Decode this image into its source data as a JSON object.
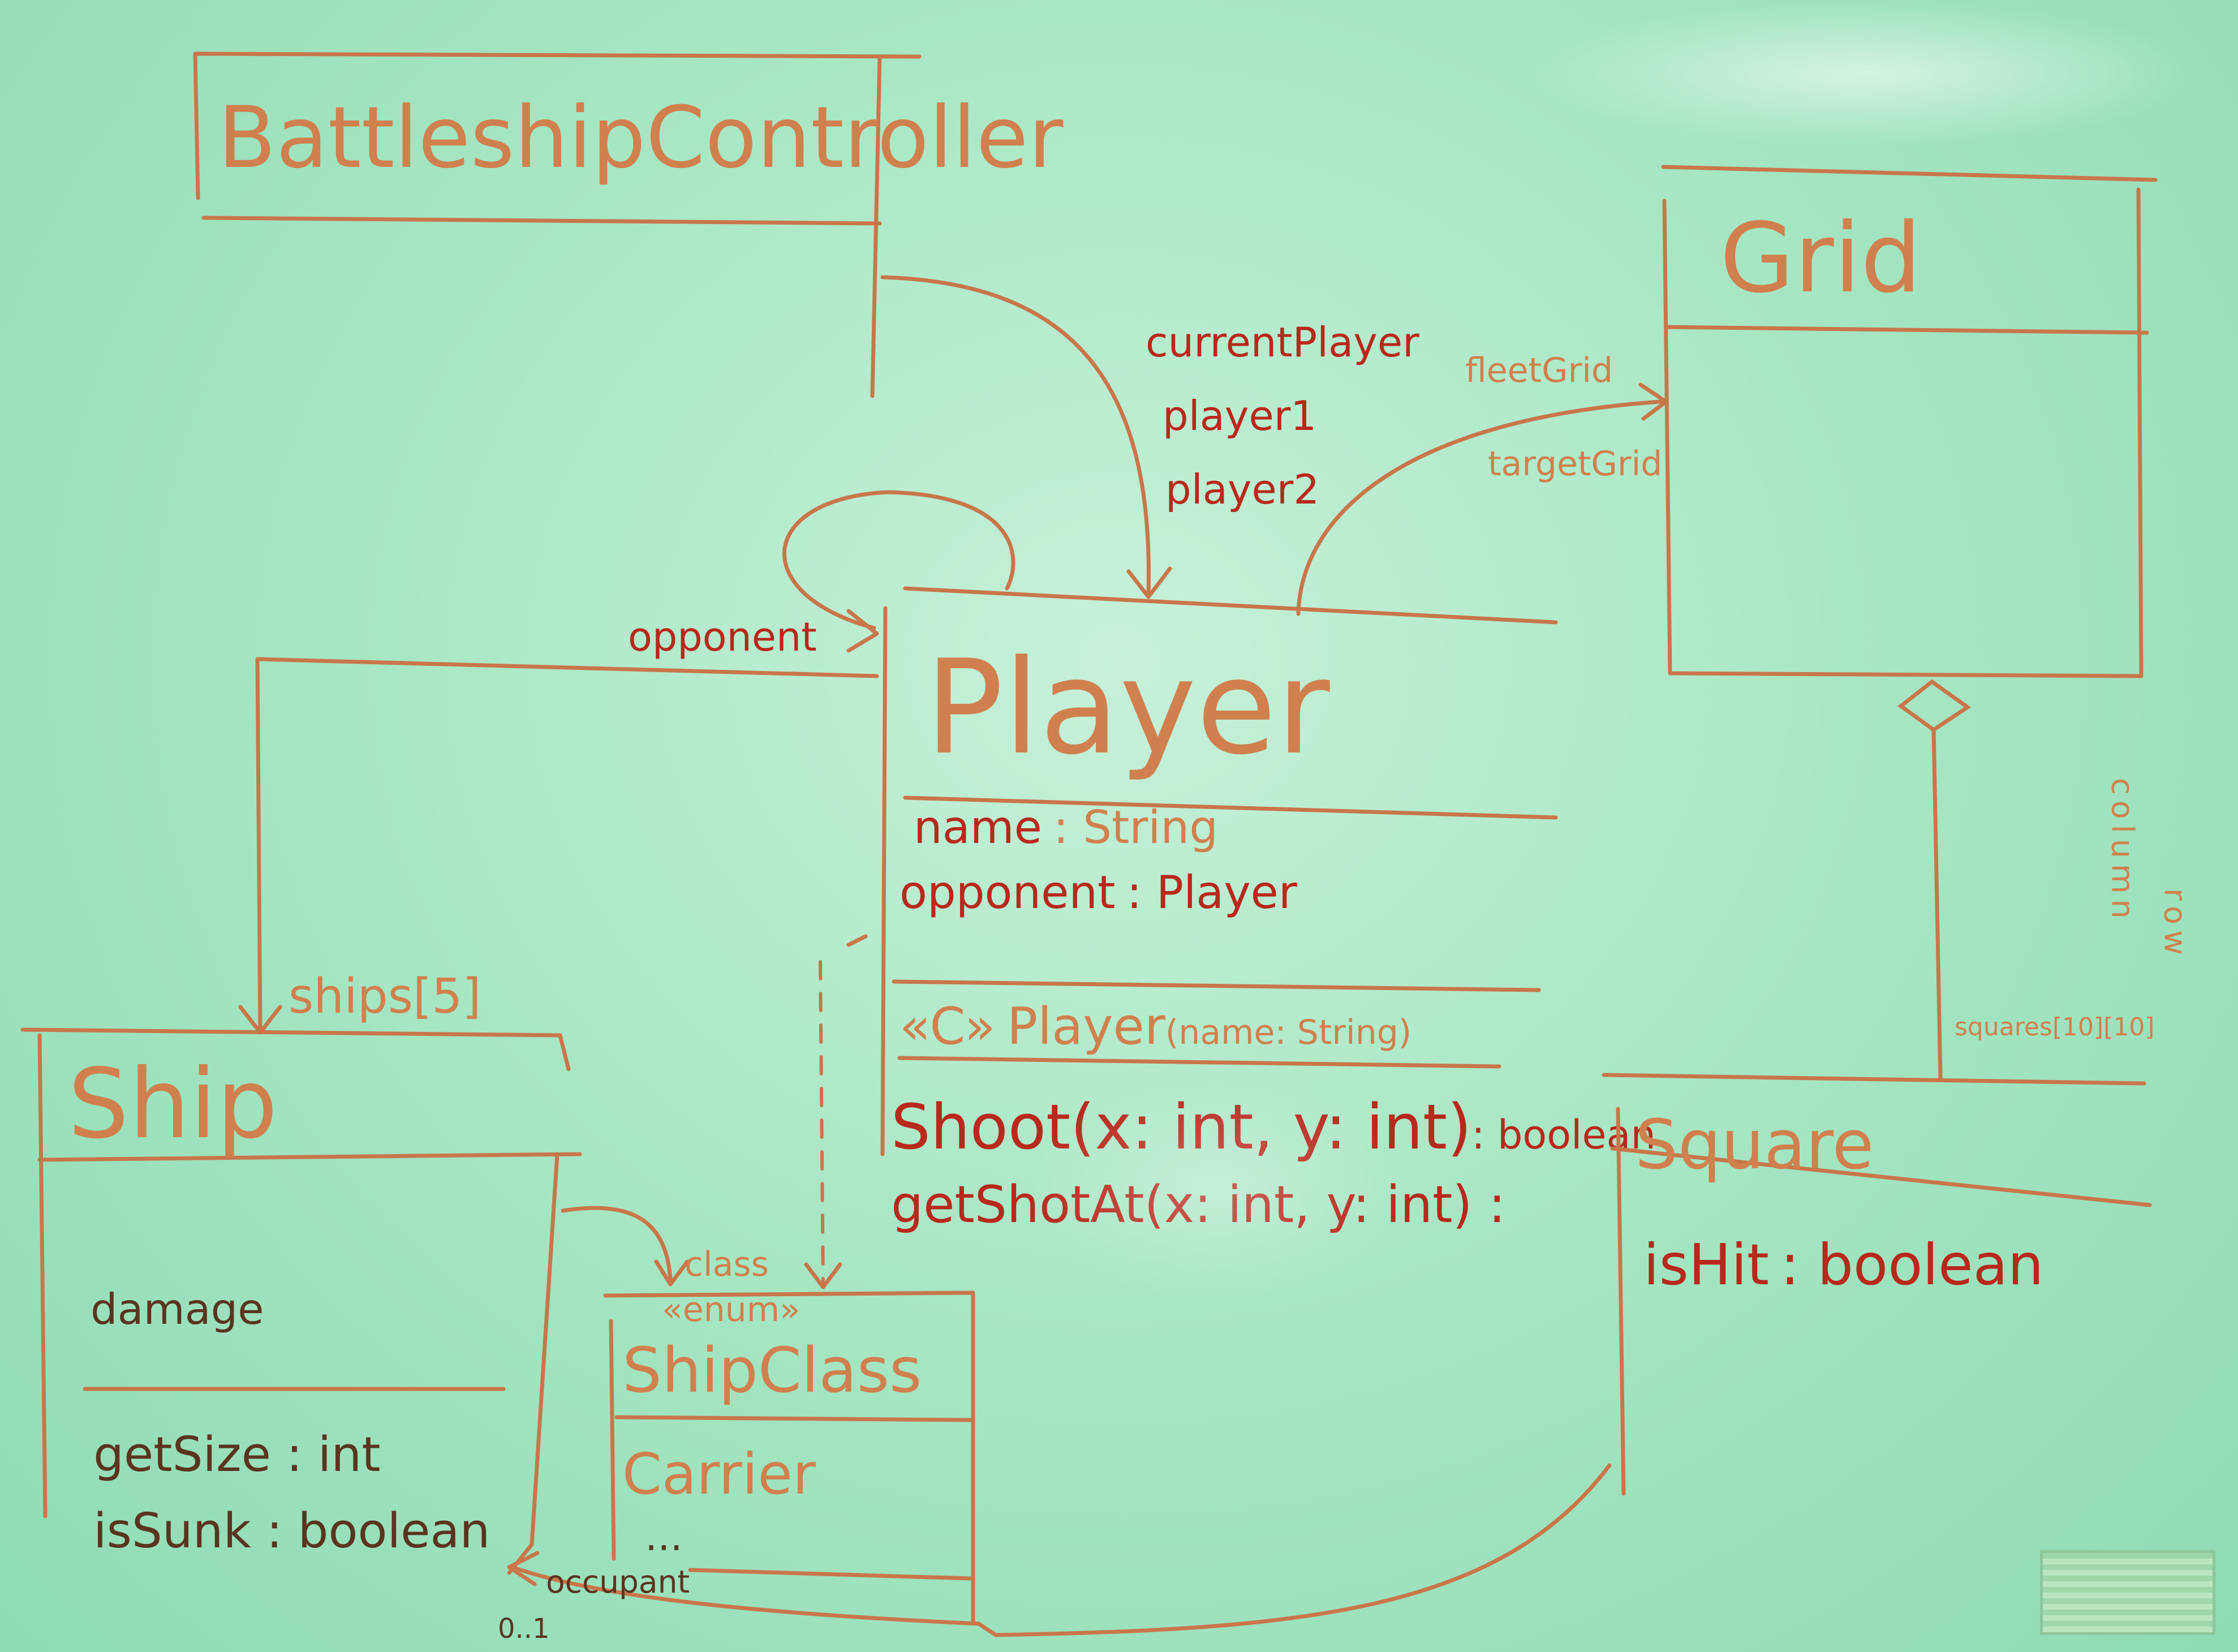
{
  "classes": {
    "battleship_controller": {
      "title": "BattleshipController"
    },
    "grid": {
      "title": "Grid"
    },
    "player": {
      "title": "Player",
      "attr1_name": "name",
      "attr1_type": ": String",
      "attr2_name": "opponent",
      "attr2_type": ": Player",
      "ctor_stereo": "«C»",
      "ctor_name": "Player",
      "ctor_params": "(name: String)",
      "op1_name": "Shoot",
      "op1_params": "(x: int, y: int)",
      "op1_type": ": boolean",
      "op2_name": "getShotAt",
      "op2_params": "(x: int, y: int) :"
    },
    "ship": {
      "title": "Ship",
      "attr1": "damage",
      "op1": "getSize : int",
      "op2": "isSunk : boolean"
    },
    "ship_class": {
      "stereotype": "«enum»",
      "title": "ShipClass",
      "value1": "Carrier",
      "ellipsis": "..."
    },
    "square": {
      "title": "Square",
      "attr1_name": "isHit",
      "attr1_type": ": boolean"
    }
  },
  "associations": {
    "controller_player": [
      "currentPlayer",
      "player1",
      "player2"
    ],
    "player_grid": [
      "fleetGrid",
      "targetGrid"
    ],
    "opponent": "opponent",
    "ships": "ships[5]",
    "class": "class",
    "occupant": "occupant",
    "occupant_mult": "0..1",
    "squares": "squares[10][10]",
    "column": "column",
    "row": "row"
  },
  "colors": {
    "marker_orange": "#c8764a",
    "marker_red": "#b8281c",
    "board_green": "#a9e7c4"
  }
}
